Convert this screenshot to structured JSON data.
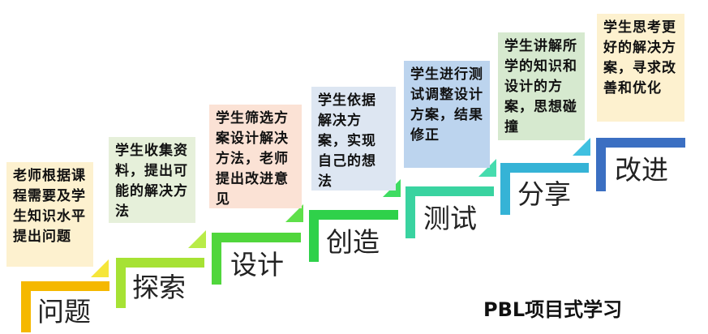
{
  "title": "PBL项目式学习",
  "steps": [
    {
      "label": "问题",
      "description": "老师根据课程需要及学生知识水平提出问题",
      "color": "#f5b800",
      "box_bg": "#fdf1cf"
    },
    {
      "label": "探索",
      "description": "学生收集资料，提出可能的解决方法",
      "color": "#a6e234",
      "box_bg": "#e6f0da"
    },
    {
      "label": "设计",
      "description": "学生筛选方案设计解决方法，老师提出改进意见",
      "color": "#50d63c",
      "box_bg": "#fbe2d5"
    },
    {
      "label": "创造",
      "description": "学生依据解决方案，实现自己的想法",
      "color": "#2fd14a",
      "box_bg": "#dde6f2"
    },
    {
      "label": "测试",
      "description": "学生进行测试调整设计方案，结果修正",
      "color": "#39d3a0",
      "box_bg": "#bcd4ee"
    },
    {
      "label": "分享",
      "description": "学生讲解所学的知识和设计的方案，思想碰撞",
      "color": "#35b3d6",
      "box_bg": "#d6e9cf"
    },
    {
      "label": "改进",
      "description": "学生思考更好的解决方案，寻求改善和优化",
      "color": "#3b6fc2",
      "box_bg": "#fdf1cf"
    }
  ]
}
